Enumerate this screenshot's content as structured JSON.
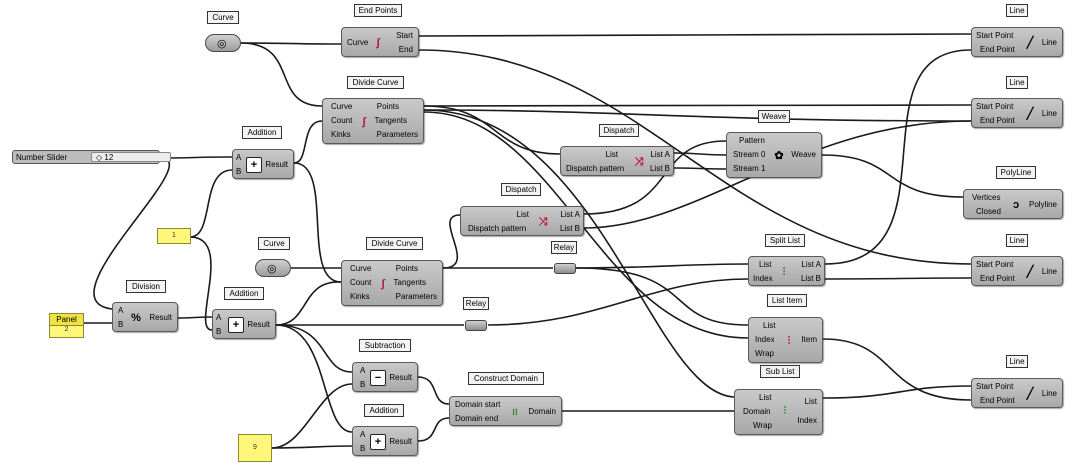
{
  "components": {
    "curve1": {
      "title": "Curve"
    },
    "curve2": {
      "title": "Curve"
    },
    "end_points": {
      "title": "End Points",
      "inputs": [
        "Curve"
      ],
      "outputs": [
        "Start",
        "End"
      ]
    },
    "divide_curve1": {
      "title": "Divide Curve",
      "inputs": [
        "Curve",
        "Count",
        "Kinks"
      ],
      "outputs": [
        "Points",
        "Tangents",
        "Parameters"
      ]
    },
    "divide_curve2": {
      "title": "Divide Curve",
      "inputs": [
        "Curve",
        "Count",
        "Kinks"
      ],
      "outputs": [
        "Points",
        "Tangents",
        "Parameters"
      ]
    },
    "addition1": {
      "title": "Addition",
      "inputs": [
        "A",
        "B"
      ],
      "outputs": [
        "Result"
      ]
    },
    "addition2": {
      "title": "Addition",
      "inputs": [
        "A",
        "B"
      ],
      "outputs": [
        "Result"
      ]
    },
    "addition3": {
      "title": "Addition",
      "inputs": [
        "A",
        "B"
      ],
      "outputs": [
        "Result"
      ]
    },
    "subtraction": {
      "title": "Subtraction",
      "inputs": [
        "A",
        "B"
      ],
      "outputs": [
        "Result"
      ]
    },
    "division": {
      "title": "Division",
      "inputs": [
        "A",
        "B"
      ],
      "outputs": [
        "Result"
      ]
    },
    "dispatch1": {
      "title": "Dispatch",
      "inputs": [
        "List",
        "Dispatch pattern"
      ],
      "outputs": [
        "List A",
        "List B"
      ]
    },
    "dispatch2": {
      "title": "Dispatch",
      "inputs": [
        "List",
        "Dispatch pattern"
      ],
      "outputs": [
        "List A",
        "List B"
      ]
    },
    "weave": {
      "title": "Weave",
      "inputs": [
        "Pattern",
        "Stream 0",
        "Stream 1"
      ],
      "outputs": [
        "Weave"
      ]
    },
    "polyline": {
      "title": "PolyLine",
      "inputs": [
        "Vertices",
        "Closed"
      ],
      "outputs": [
        "Polyline"
      ]
    },
    "split_list": {
      "title": "Split List",
      "inputs": [
        "List",
        "Index"
      ],
      "outputs": [
        "List A",
        "List B"
      ]
    },
    "list_item": {
      "title": "List Item",
      "inputs": [
        "List",
        "Index",
        "Wrap"
      ],
      "outputs": [
        "Item"
      ]
    },
    "sub_list": {
      "title": "Sub List",
      "inputs": [
        "List",
        "Domain",
        "Wrap"
      ],
      "outputs": [
        "List",
        "Index"
      ]
    },
    "construct_domain": {
      "title": "Construct Domain",
      "inputs": [
        "Domain start",
        "Domain end"
      ],
      "outputs": [
        "Domain"
      ]
    },
    "line1": {
      "title": "Line",
      "inputs": [
        "Start Point",
        "End Point"
      ],
      "outputs": [
        "Line"
      ]
    },
    "line2": {
      "title": "Line",
      "inputs": [
        "Start Point",
        "End Point"
      ],
      "outputs": [
        "Line"
      ]
    },
    "line3": {
      "title": "Line",
      "inputs": [
        "Start Point",
        "End Point"
      ],
      "outputs": [
        "Line"
      ]
    },
    "line4": {
      "title": "Line",
      "inputs": [
        "Start Point",
        "End Point"
      ],
      "outputs": [
        "Line"
      ]
    },
    "relay1": {
      "title": "Relay"
    },
    "relay2": {
      "title": "Relay"
    },
    "number_slider": {
      "title": "Number Slider",
      "value": "◇ 12"
    },
    "panel1": {
      "value": "1"
    },
    "panel2": {
      "title": "Panel",
      "value": "2"
    },
    "panel3": {
      "value": "9"
    }
  },
  "colors": {
    "wire": "#1a1a1a",
    "component_fill": "#b8b8b8",
    "panel_fill": "#fff67a",
    "canvas": "#ffffff"
  }
}
